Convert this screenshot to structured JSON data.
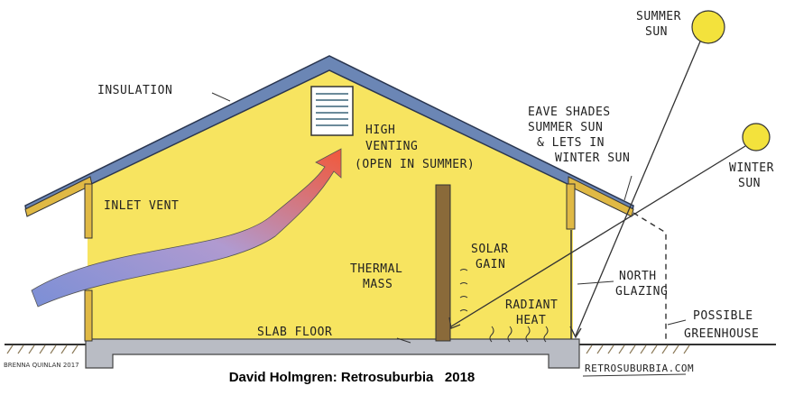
{
  "labels": {
    "insulation": "INSULATION",
    "high_venting_1": "HIGH",
    "high_venting_2": "VENTING",
    "high_venting_3": "(OPEN IN SUMMER)",
    "inlet_vent": "INLET VENT",
    "eave_1": "EAVE SHADES",
    "eave_2": "SUMMER SUN",
    "eave_3": "& LETS IN",
    "eave_4": "WINTER SUN",
    "summer_sun_1": "SUMMER",
    "summer_sun_2": "SUN",
    "winter_sun_1": "WINTER",
    "winter_sun_2": "SUN",
    "solar_gain_1": "SOLAR",
    "solar_gain_2": "GAIN",
    "thermal_mass_1": "THERMAL",
    "thermal_mass_2": "MASS",
    "radiant_heat_1": "RADIANT",
    "radiant_heat_2": "HEAT",
    "north_glazing_1": "NORTH",
    "north_glazing_2": "GLAZING",
    "greenhouse_1": "POSSIBLE",
    "greenhouse_2": "GREENHOUSE",
    "slab_floor": "SLAB FLOOR"
  },
  "artist_signature": "BRENNA QUINLAN 2017",
  "website": "RETROSUBURBIA.COM",
  "caption": "David Holmgren: Retrosuburbia   2018",
  "colors": {
    "wall": "#f7e460",
    "roof": "#6b86b5",
    "sun": "#f3e23c",
    "slab": "#b9bcc4",
    "post": "#8a6a3a"
  }
}
